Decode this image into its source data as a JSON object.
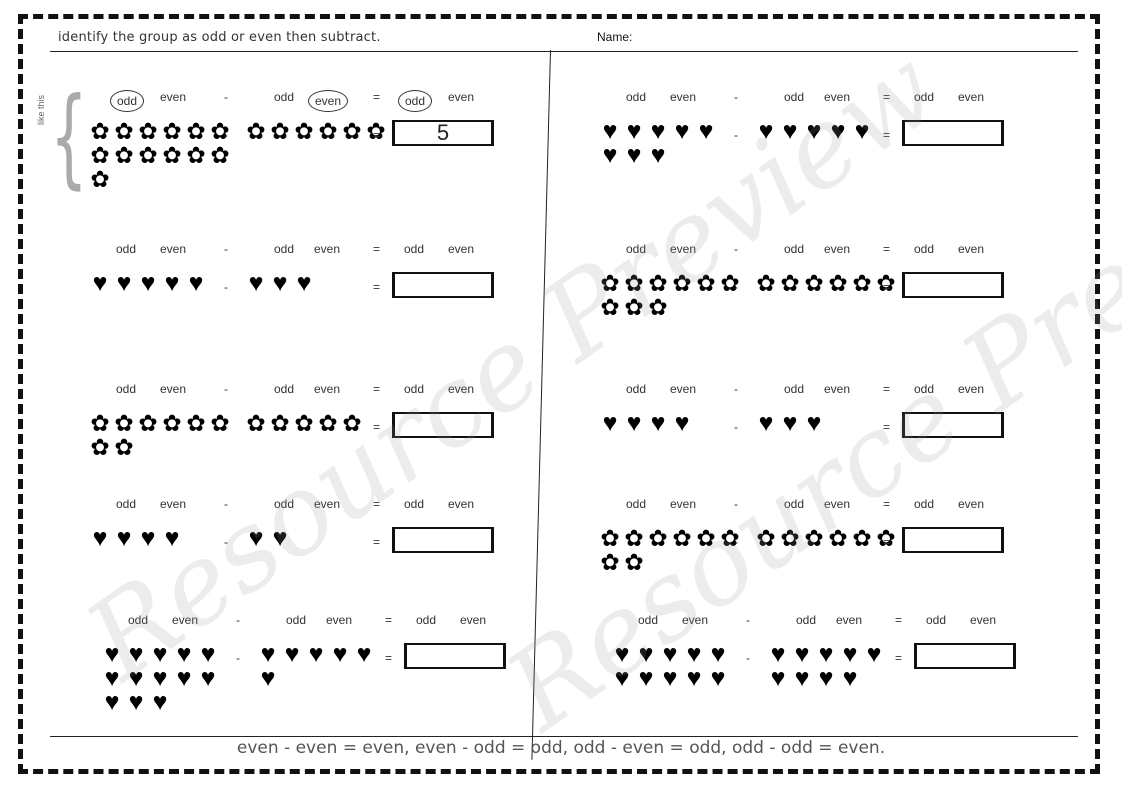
{
  "header": {
    "instructions": "identify the group as odd or even then subtract.",
    "name_label": "Name:"
  },
  "example_hint": "like this",
  "labels": {
    "odd": "odd",
    "even": "even",
    "minus": "-",
    "equals": "="
  },
  "problems": [
    {
      "id": "p1",
      "shape": "flower",
      "a": 13,
      "b": 6,
      "answer": "5"
    },
    {
      "id": "p2",
      "shape": "heart",
      "a": 8,
      "b": 5,
      "answer": ""
    },
    {
      "id": "p3",
      "shape": "heart",
      "a": 5,
      "b": 3,
      "answer": ""
    },
    {
      "id": "p4",
      "shape": "flower",
      "a": 9,
      "b": 6,
      "answer": ""
    },
    {
      "id": "p5",
      "shape": "flower",
      "a": 8,
      "b": 5,
      "answer": ""
    },
    {
      "id": "p6",
      "shape": "heart",
      "a": 4,
      "b": 3,
      "answer": ""
    },
    {
      "id": "p7",
      "shape": "heart",
      "a": 4,
      "b": 2,
      "answer": ""
    },
    {
      "id": "p8",
      "shape": "flower",
      "a": 8,
      "b": 6,
      "answer": ""
    },
    {
      "id": "p9",
      "shape": "heart",
      "a": 13,
      "b": 6,
      "answer": ""
    },
    {
      "id": "p10",
      "shape": "heart",
      "a": 10,
      "b": 9,
      "answer": ""
    }
  ],
  "example_circled": [
    "odd",
    "even",
    "odd"
  ],
  "footer": {
    "rules": "even - even = even,   even - odd = odd,  odd - even = odd,   odd - odd = even."
  },
  "watermark": "Resource Preview",
  "icons": {
    "flower": "flower-icon",
    "heart": "heart-icon"
  }
}
